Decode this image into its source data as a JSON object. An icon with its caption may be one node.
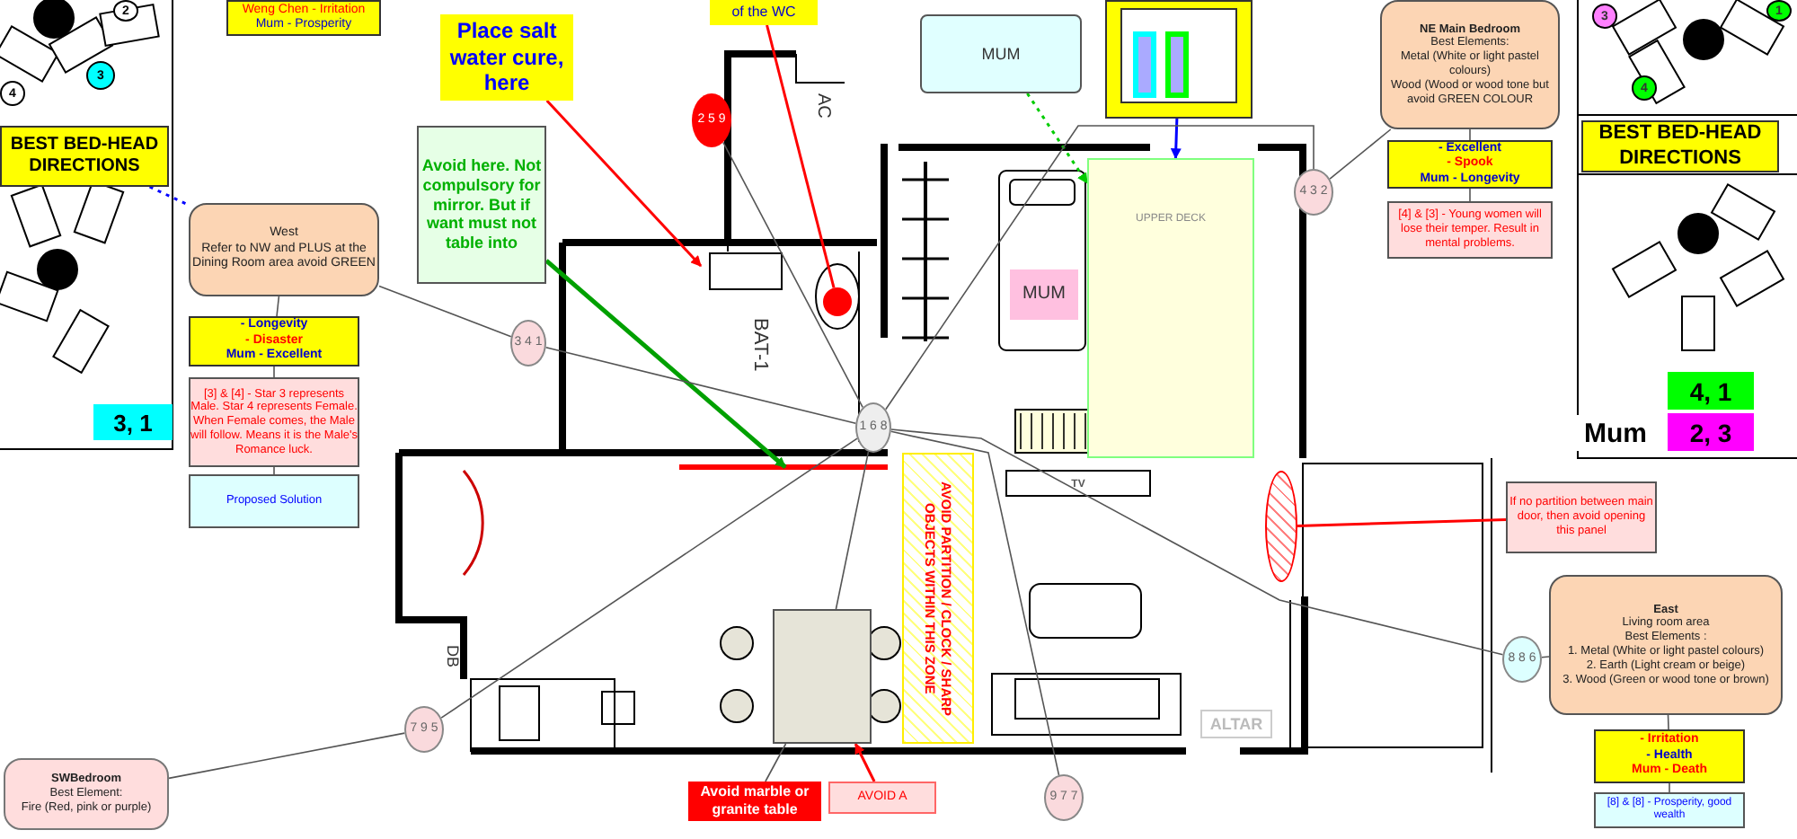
{
  "diagram": {
    "nodes": [
      {
        "text": [
          "Weng Chen - Irritation",
          "Mum - Prosperity"
        ]
      },
      {
        "text": [
          "of the WC"
        ]
      },
      {
        "text": [
          "Place salt water cure, here"
        ]
      },
      {
        "text": [
          "Avoid here. Not compulsory for mirror. But if want must not table into"
        ]
      },
      {
        "text": [
          "West",
          "Refer to NW and PLUS at the Dining Room area avoid GREEN"
        ]
      },
      {
        "text": [
          "3 4 1"
        ]
      },
      {
        "text": [
          "- Longevity",
          "- Disaster",
          "Mum - Excellent"
        ]
      },
      {
        "text": [
          "[3] & [4] - Star 3 represents Male. Star 4 represents Female. When Female comes, the Male will follow. Means it is the Male's Romance luck."
        ]
      },
      {
        "text": [
          "Proposed Solution"
        ]
      },
      {
        "text": [
          "BEST BED-HEAD DIRECTIONS"
        ]
      },
      {
        "text": [
          "SWBedroom",
          "Best Element:",
          "Fire (Red, pink or purple)"
        ]
      },
      {
        "text": [
          "7 9 5"
        ]
      },
      {
        "text": [
          "2 5 9"
        ]
      },
      {
        "text": [
          "MUM"
        ]
      },
      {
        "text": [],
        "shape": "circle"
      },
      {
        "text": [],
        "shape": "picture"
      },
      {
        "text": [
          "MUM"
        ]
      },
      {
        "text": [
          "UPPER DECK"
        ]
      },
      {
        "text": [
          "NE Main Bedroom",
          "Best Elements:",
          "Metal (White or light pastel colours)",
          "Wood (Wood or wood tone but avoid GREEN COLOUR"
        ]
      },
      {
        "text": [
          "4 3 2"
        ]
      },
      {
        "text": [
          "- Excellent",
          "- Spook",
          "Mum - Longevity"
        ]
      },
      {
        "text": [
          "[4] & [3] - Young women will lose their temper. Result in mental problems."
        ]
      },
      {
        "text": [
          "BEST BED-HEAD DIRECTIONS"
        ]
      },
      {
        "text": [
          "1 6 8"
        ]
      },
      {
        "text": [
          "If no partition between main door, then avoid opening this panel"
        ]
      },
      {
        "text": [],
        "shape": "ellipse"
      },
      {
        "text": [
          "AVOID PARTITION / CLOCK / SHARP OBJECTS WITHIN THIS ZONE"
        ]
      },
      {
        "text": [],
        "shape": "box"
      },
      {
        "text": [
          "East",
          "Living room area",
          "Best Elements :",
          "1. Metal (White or light pastel colours)",
          "2. Earth (Light cream or beige)",
          "3. Wood (Green or wood tone or brown)"
        ]
      },
      {
        "text": [
          "8 8 6"
        ]
      },
      {
        "text": [
          "- Irritation",
          "- Health",
          "Mum - Death"
        ]
      },
      {
        "text": [
          "[8] & [8] - Prosperity, good wealth"
        ]
      },
      {
        "text": [
          "Avoid marble or granite table"
        ]
      },
      {
        "text": [
          "AVOID A"
        ]
      },
      {
        "text": [
          "9 7 7"
        ]
      }
    ],
    "edges": [
      {
        "from": 9,
        "to": 4,
        "arrow": "none",
        "style": "dashed",
        "color": "#0000ff"
      },
      {
        "from": 1,
        "to": 14,
        "arrow": "none",
        "color": "#ff0000"
      },
      {
        "from": 2,
        "to": null,
        "arrow": "to",
        "color": "#ff0000"
      },
      {
        "from": 3,
        "to": null,
        "arrow": "to",
        "style": "thick",
        "color": "#00a000"
      },
      {
        "from": 4,
        "to": 5,
        "arrow": "none"
      },
      {
        "from": 5,
        "to": 23,
        "arrow": "none"
      },
      {
        "from": 4,
        "to": 6,
        "arrow": "none"
      },
      {
        "from": 6,
        "to": 7,
        "arrow": "none"
      },
      {
        "from": 7,
        "to": 8,
        "arrow": "none"
      },
      {
        "from": 11,
        "to": 23,
        "arrow": "none"
      },
      {
        "from": 11,
        "to": 10,
        "arrow": "none"
      },
      {
        "from": 12,
        "to": 23,
        "arrow": "none"
      },
      {
        "from": 13,
        "to": 17,
        "arrow": "to",
        "style": "dashed",
        "color": "#00cc00"
      },
      {
        "from": 15,
        "to": 17,
        "arrow": "to",
        "color": "#0000ff"
      },
      {
        "from": 19,
        "to": 23,
        "arrow": "none"
      },
      {
        "from": 18,
        "to": 19,
        "arrow": "none"
      },
      {
        "from": 18,
        "to": 20,
        "arrow": "none"
      },
      {
        "from": 20,
        "to": 21,
        "arrow": "none"
      },
      {
        "from": 24,
        "to": 25,
        "arrow": "none",
        "color": "#ff0000"
      },
      {
        "from": 29,
        "to": 23,
        "arrow": "none"
      },
      {
        "from": 29,
        "to": 28,
        "arrow": "none"
      },
      {
        "from": 28,
        "to": 30,
        "arrow": "none"
      },
      {
        "from": 30,
        "to": 31,
        "arrow": "none"
      },
      {
        "from": 23,
        "to": 27,
        "arrow": "none"
      },
      {
        "from": 32,
        "to": 27,
        "arrow": "none"
      },
      {
        "from": 33,
        "to": 27,
        "arrow": "to",
        "color": "#ff0000"
      },
      {
        "from": 34,
        "to": 23,
        "arrow": "none"
      }
    ],
    "labels": [
      "2",
      "3",
      "4",
      "3, 1",
      "AC",
      "BAT-1",
      "DB",
      "TV",
      "ALTAR",
      "3",
      "4",
      "1",
      "4, 1",
      "Mum",
      "2, 3"
    ]
  }
}
